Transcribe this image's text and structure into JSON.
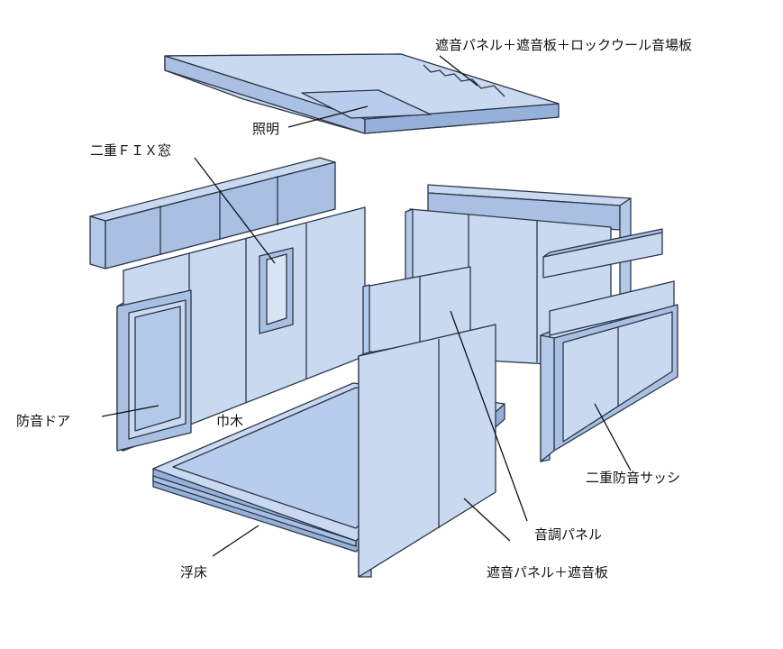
{
  "labels": {
    "ceiling": "遮音パネル＋遮音板＋ロックウール音場板",
    "lighting": "照明",
    "fix_window": "二重ＦＩＸ窓",
    "sound_door": "防音ドア",
    "baseboard": "巾木",
    "floating_floor": "浮床",
    "double_sash": "二重防音サッシ",
    "tuning_panel": "音調パネル",
    "insulation_panel": "遮音パネル＋遮音板"
  },
  "colors": {
    "panel_light": "#c9daf0",
    "panel_mid": "#b3c9e8",
    "panel_dark": "#95b1da",
    "edge": "#2b3548"
  }
}
